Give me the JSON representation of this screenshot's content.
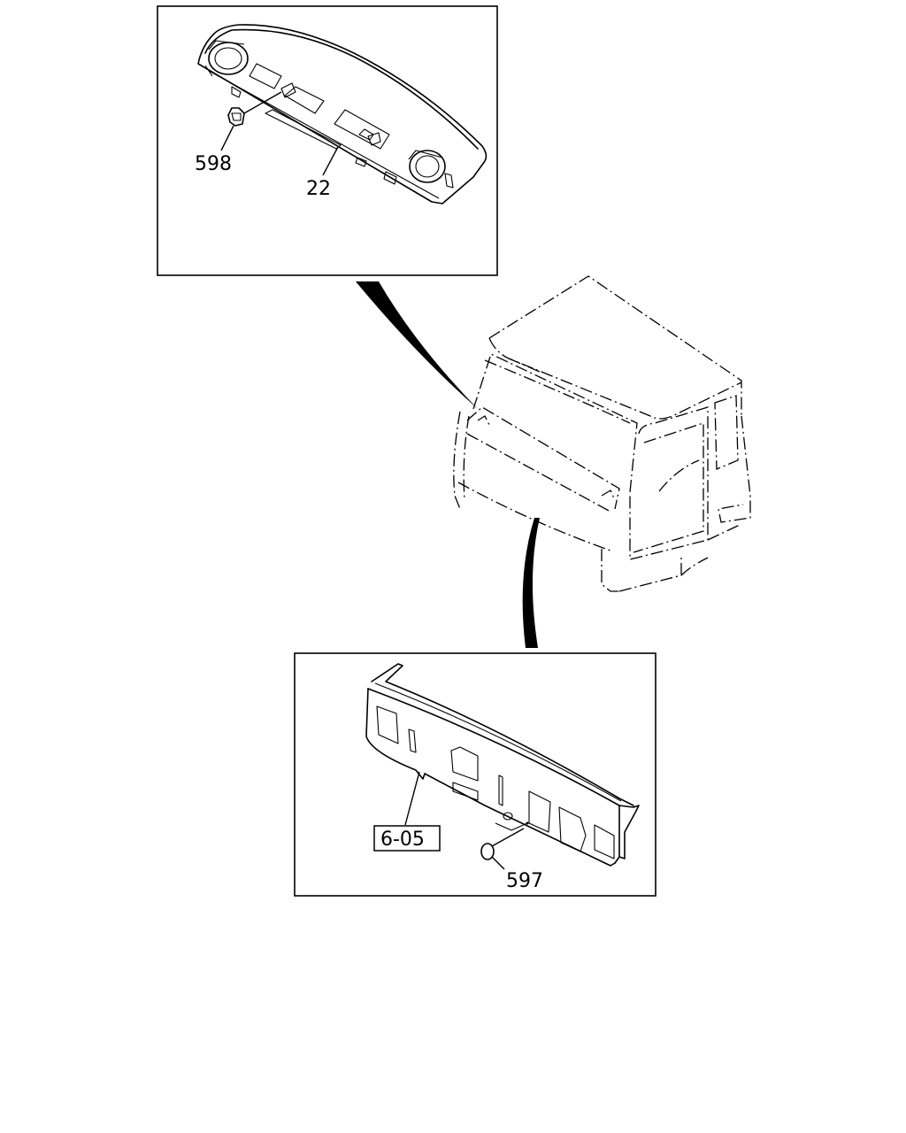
{
  "callouts": {
    "part_598": "598",
    "part_22": "22",
    "ref_6_05": "6-05",
    "part_597": "597"
  }
}
